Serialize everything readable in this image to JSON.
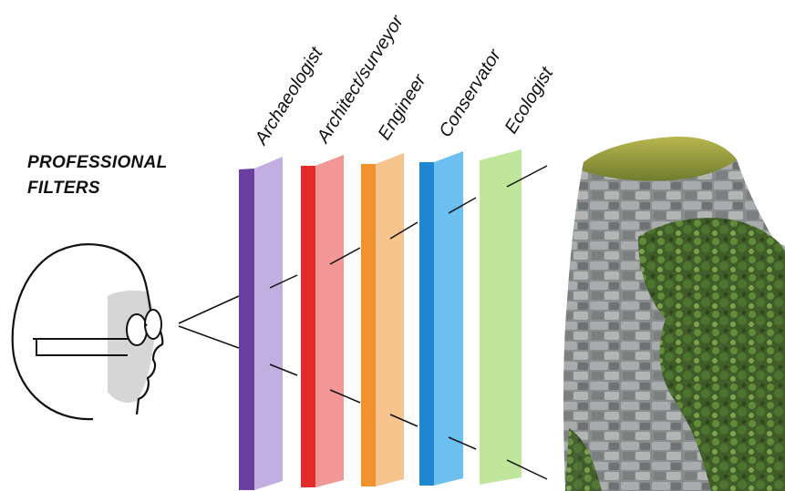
{
  "heading": {
    "line1": "PROFESSIONAL",
    "line2": "FILTERS"
  },
  "filters": [
    {
      "label": "Archaeologist",
      "front_color": "#6a3fa0",
      "face_color": "#c2aee0"
    },
    {
      "label": "Architect/surveyor",
      "front_color": "#e32b2b",
      "face_color": "#f29696"
    },
    {
      "label": "Engineer",
      "front_color": "#f0922e",
      "face_color": "#f8c48e"
    },
    {
      "label": "Conservator",
      "front_color": "#1f86d0",
      "face_color": "#6cc0ef"
    },
    {
      "label": "Ecologist",
      "front_color": "#8fcf5a",
      "face_color": "#bfe69a"
    }
  ],
  "icons": {
    "viewer": "head-with-glasses-icon",
    "subject": "ruined-stone-wall-with-ivy"
  }
}
